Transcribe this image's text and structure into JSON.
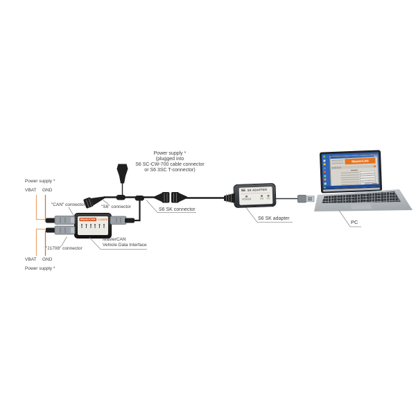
{
  "power_note": {
    "lines": [
      "Power supply *",
      "(plugged into",
      "S6 SC-CW-700 cable connector",
      "or S6 3SC T-connector)"
    ]
  },
  "left_top": {
    "power_supply": "Power supply *",
    "vbat": "VBAT",
    "gnd": "GND"
  },
  "left_bottom": {
    "vbat": "VBAT",
    "gnd": "GND",
    "power_supply": "Power supply *"
  },
  "connector_labels": {
    "can": "\"CAN\" connector",
    "s6": "\"S6\" connector",
    "j1708": "\"J1708\" connector",
    "s6_sk": "S6 SK connector"
  },
  "device": {
    "badge": "MasterCAN",
    "model": "V-GATE",
    "caption_line1": "MasterCAN",
    "caption_line2": "Vehicle Data Interface"
  },
  "adapter": {
    "logo": "S6",
    "title": "SK ADAPTER",
    "power_led": "POWER",
    "rx_led": "RX",
    "tx_led": "TX",
    "caption": "S6 SK adapter"
  },
  "pc": {
    "caption": "PC",
    "app_title": "MasterCAN"
  },
  "colors": {
    "accent_orange": "#e8721c",
    "badge_red": "#d94f1e",
    "wire_vbat": "#edaa70",
    "wire_gnd": "#c9793a",
    "cable_black": "#1f1f1f",
    "screen_blue": "#2f63b4",
    "leader_gray": "#8f8f8f"
  }
}
